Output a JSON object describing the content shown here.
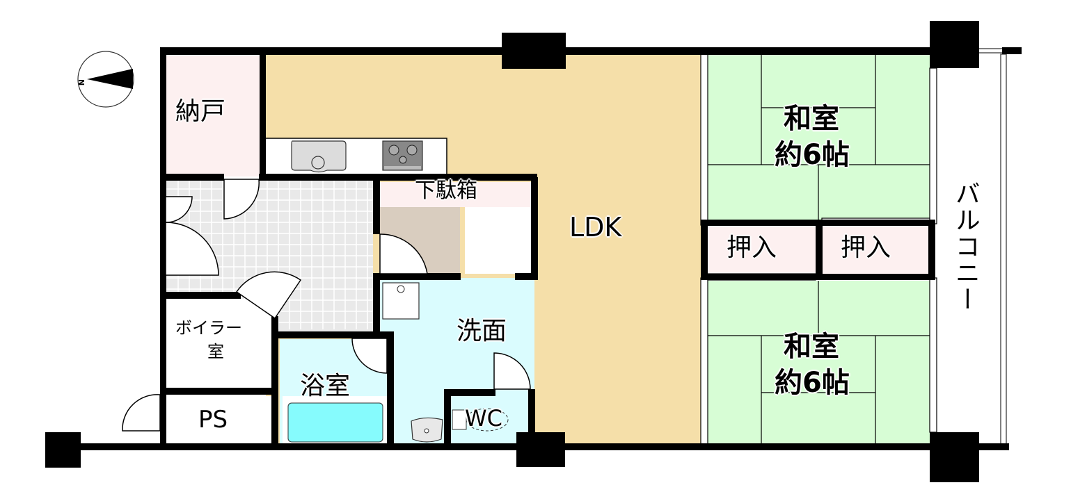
{
  "floorplan": {
    "compass": {
      "label": "N",
      "icon": "compass-icon"
    },
    "colors": {
      "wall": "#000000",
      "ldk": "#f5dfa9",
      "washitsu": "#d7fdd5",
      "storage": "#fdf0f0",
      "genkan_tile": "#e9e9e9",
      "water": "#dafcfe",
      "bathtub": "#86fbfd",
      "shoe_closet_floor": "#d9cdbf"
    },
    "rooms": {
      "nando": {
        "label": "納戸"
      },
      "ldk": {
        "label": "LDK"
      },
      "washitsu_upper": {
        "line1": "和室",
        "line2": "約6帖"
      },
      "washitsu_lower": {
        "line1": "和室",
        "line2": "約6帖"
      },
      "oshiire_left": {
        "label": "押入"
      },
      "oshiire_right": {
        "label": "押入"
      },
      "balcony": {
        "label": "バルコニー"
      },
      "getabako": {
        "label": "下駄箱"
      },
      "boiler": {
        "line1": "ボイラー",
        "line2": "室"
      },
      "ps": {
        "label": "PS"
      },
      "bath": {
        "label": "浴室"
      },
      "senmen": {
        "label": "洗面"
      },
      "wc": {
        "label": "WC"
      }
    },
    "fixtures": [
      "kitchen-sink",
      "gas-stove",
      "bathtub",
      "washbasin",
      "toilet",
      "washing-machine-pan"
    ]
  }
}
